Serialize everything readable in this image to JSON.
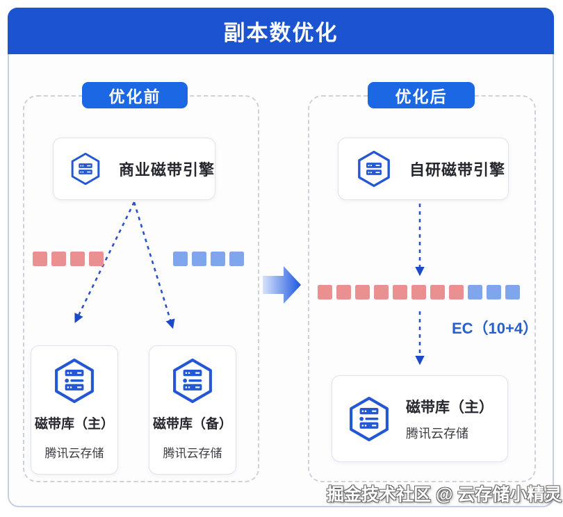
{
  "title": "副本数优化",
  "before": {
    "badge_label": "优化前",
    "engine_label": "商业磁带引擎",
    "squares": {
      "red": {
        "count": 4
      },
      "blue": {
        "count": 4
      }
    },
    "libraries": [
      {
        "title": "磁带库（主）",
        "subtitle": "腾讯云存储"
      },
      {
        "title": "磁带库（备）",
        "subtitle": "腾讯云存储"
      }
    ]
  },
  "after": {
    "badge_label": "优化后",
    "engine_label": "自研磁带引擎",
    "squares": {
      "red": {
        "count": 8
      },
      "blue": {
        "count": 3
      }
    },
    "ec_label": "EC（10+4）",
    "library": {
      "title": "磁带库（主）",
      "subtitle": "腾讯云存储"
    }
  },
  "watermark": "掘金技术社区 @ 云存储小精灵",
  "colors": {
    "header_blue": "#1c53d0",
    "badge_blue": "#1b67e4",
    "square_red": "#eb9091",
    "square_blue": "#7fa5ec",
    "dashed_arrow_blue": "#2b51c6",
    "ec_text_blue": "#2560cc",
    "icon_blue": "#2457d4"
  },
  "icons": {
    "engine_icon": "hexagon-server-icon",
    "library_icon": "hexagon-server-stack-icon",
    "transform_icon": "right-arrow-icon"
  }
}
